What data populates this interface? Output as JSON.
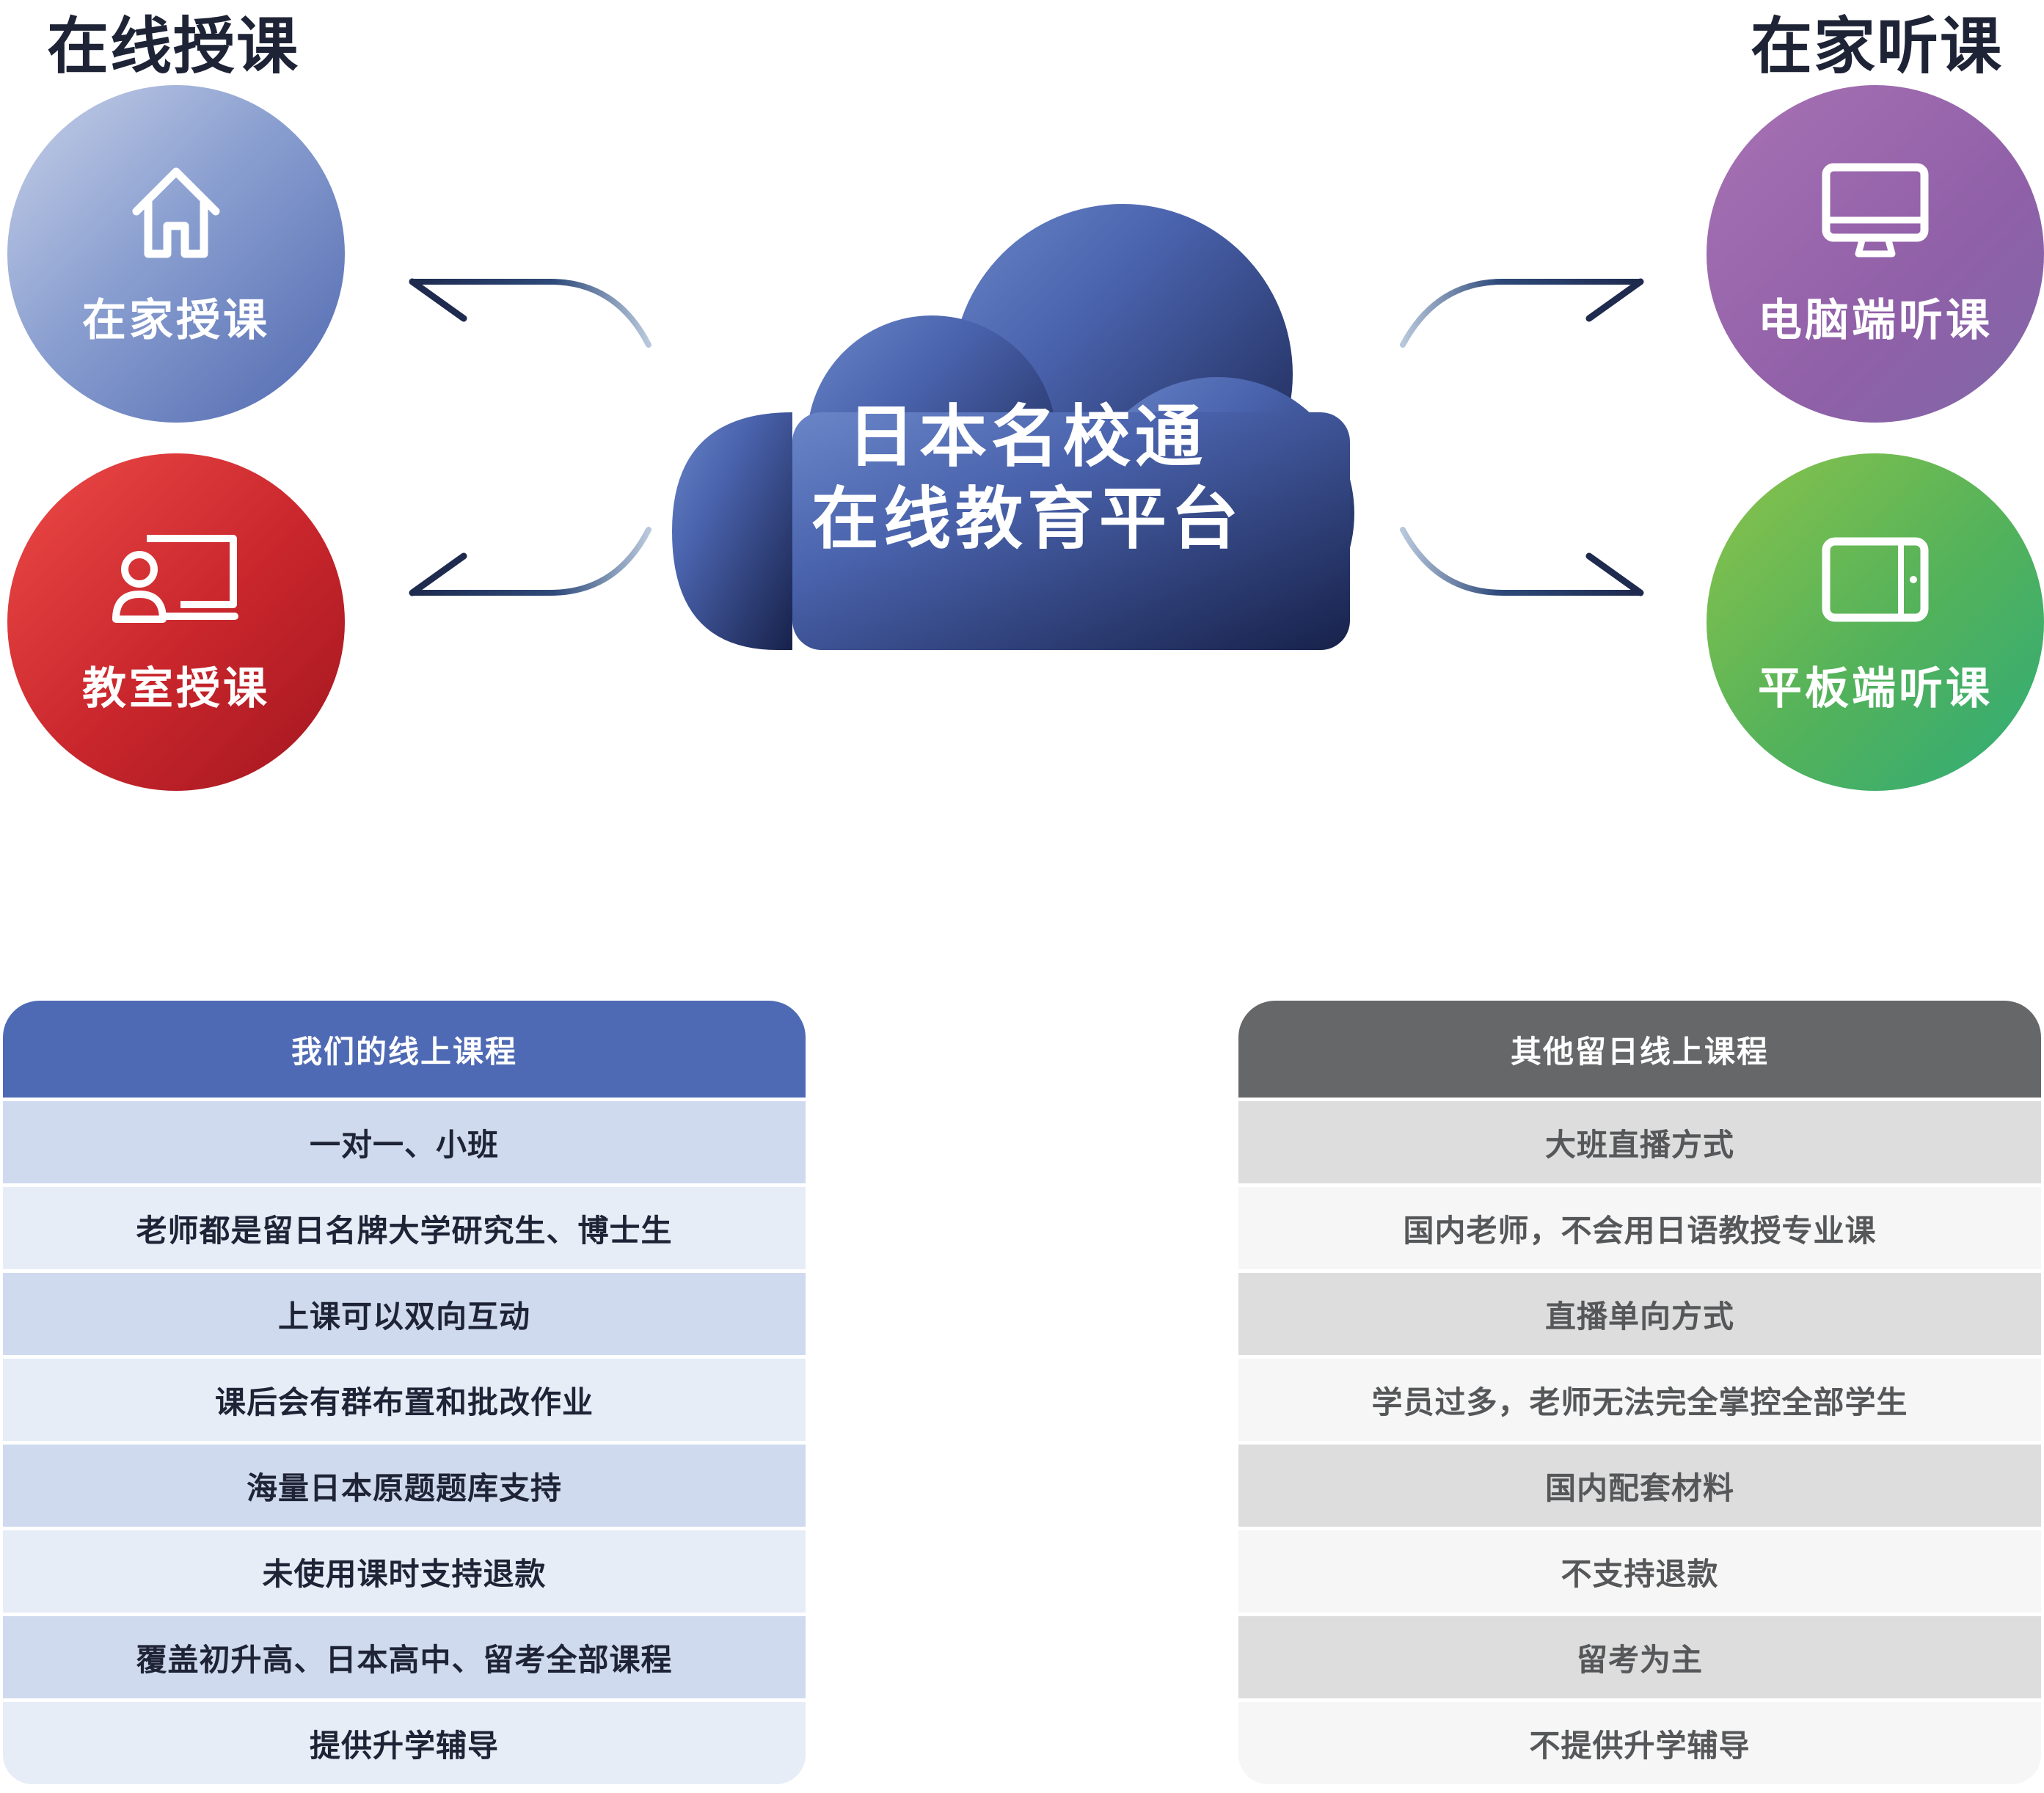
{
  "headers": {
    "left": "在线授课",
    "right": "在家听课"
  },
  "nodes": {
    "home_teaching": {
      "label": "在家授课",
      "icon": "house-icon"
    },
    "classroom_teaching": {
      "label": "教室授课",
      "icon": "teacher-board-icon"
    },
    "pc_listening": {
      "label": "电脑端听课",
      "icon": "monitor-icon"
    },
    "tablet_listening": {
      "label": "平板端听课",
      "icon": "tablet-icon"
    }
  },
  "platform": {
    "line1": "日本名校通",
    "line2": "在线教育平台"
  },
  "colors": {
    "cloud_top": "#5670bb",
    "cloud_bottom": "#1d2850",
    "arrow": "#1e2a4e",
    "table_left_header": "#4f6ab4",
    "table_right_header": "#666769"
  },
  "tables": {
    "ours": {
      "header": "我们的线上课程",
      "rows": [
        "一对一、小班",
        "老师都是留日名牌大学研究生、博士生",
        "上课可以双向互动",
        "课后会有群布置和批改作业",
        "海量日本原题题库支持",
        "未使用课时支持退款",
        "覆盖初升高、日本高中、留考全部课程",
        "提供升学辅导"
      ]
    },
    "others": {
      "header": "其他留日线上课程",
      "rows": [
        "大班直播方式",
        "国内老师，不会用日语教授专业课",
        "直播单向方式",
        "学员过多，老师无法完全掌控全部学生",
        "国内配套材料",
        "不支持退款",
        "留考为主",
        "不提供升学辅导"
      ]
    }
  }
}
